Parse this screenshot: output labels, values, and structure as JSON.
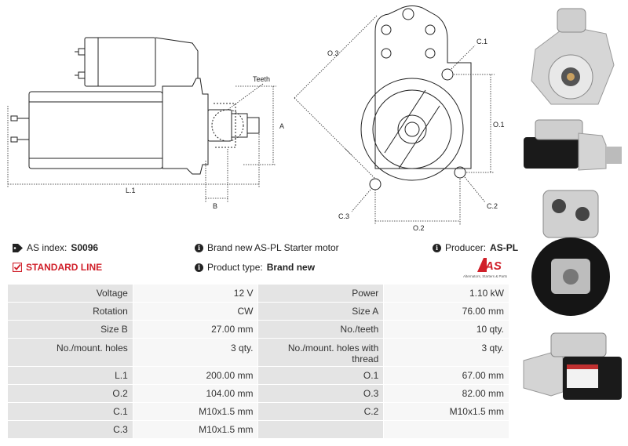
{
  "drawing": {
    "labels": {
      "teeth": "Teeth",
      "a": "A",
      "b": "B",
      "l1": "L.1",
      "o1": "O.1",
      "o2": "O.2",
      "o3": "O.3",
      "c1": "C.1",
      "c2": "C.2",
      "c3": "C.3"
    }
  },
  "info": {
    "as_index_label": "AS index:",
    "as_index_value": "S0096",
    "standard_line": "STANDARD LINE",
    "description": "Brand new AS-PL Starter motor",
    "product_type_label": "Product type:",
    "product_type_value": "Brand new",
    "producer_label": "Producer:",
    "producer_value": "AS-PL",
    "logo_text": "AS",
    "logo_subtext": "Alternators, Starters & Parts"
  },
  "specs": [
    [
      "Voltage",
      "12 V",
      "Power",
      "1.10 kW"
    ],
    [
      "Rotation",
      "CW",
      "Size A",
      "76.00 mm"
    ],
    [
      "Size B",
      "27.00 mm",
      "No./teeth",
      "10 qty."
    ],
    [
      "No./mount. holes",
      "3 qty.",
      "No./mount. holes with thread",
      "3 qty."
    ],
    [
      "L.1",
      "200.00 mm",
      "O.1",
      "67.00 mm"
    ],
    [
      "O.2",
      "104.00 mm",
      "O.3",
      "82.00 mm"
    ],
    [
      "C.1",
      "M10x1.5 mm",
      "C.2",
      "M10x1.5 mm"
    ],
    [
      "C.3",
      "M10x1.5 mm",
      "",
      ""
    ]
  ],
  "colors": {
    "accent_red": "#d0202a",
    "label_bg": "#e4e4e4",
    "value_bg": "#f7f7f7"
  }
}
